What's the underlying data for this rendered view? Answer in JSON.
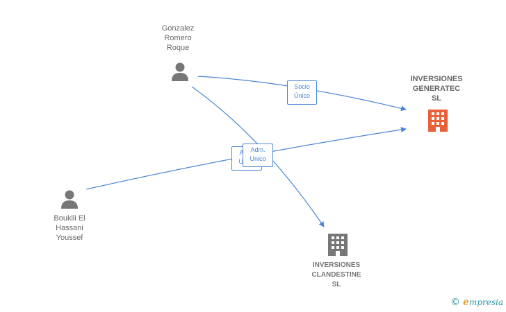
{
  "nodes": {
    "gonzalez": {
      "lines": [
        "Gonzalez",
        "Romero",
        "Roque"
      ],
      "kind": "person",
      "icon": "person-icon"
    },
    "boukili": {
      "lines": [
        "Boukili El",
        "Hassani",
        "Youssef"
      ],
      "kind": "person",
      "icon": "person-icon"
    },
    "generatec": {
      "lines": [
        "INVERSIONES",
        "GENERATEC",
        "SL"
      ],
      "kind": "company",
      "icon": "building-icon",
      "color": "#e8613a"
    },
    "clandestine": {
      "lines": [
        "INVERSIONES",
        "CLANDESTINE",
        "SL"
      ],
      "kind": "company",
      "icon": "building-icon",
      "color": "#777777"
    }
  },
  "edges": {
    "socio": {
      "lines": [
        "Socio",
        "Único"
      ],
      "from": "Gonzalez Romero Roque",
      "to": "INVERSIONES GENERATEC SL"
    },
    "adm_boukili": {
      "lines": [
        "Adm.",
        "Unico"
      ],
      "from": "Boukili El Hassani Youssef",
      "to": "INVERSIONES GENERATEC SL"
    },
    "adm_gonzalez": {
      "lines": [
        "Adm.",
        "Unico"
      ],
      "from": "Gonzalez Romero Roque",
      "to": "INVERSIONES CLANDESTINE SL"
    }
  },
  "colors": {
    "edge": "#4a86d4",
    "person": "#777777",
    "highlight_company": "#e8613a",
    "company": "#777777"
  },
  "brand": {
    "copyright": "©",
    "initial": "e",
    "rest": "mpresia"
  }
}
